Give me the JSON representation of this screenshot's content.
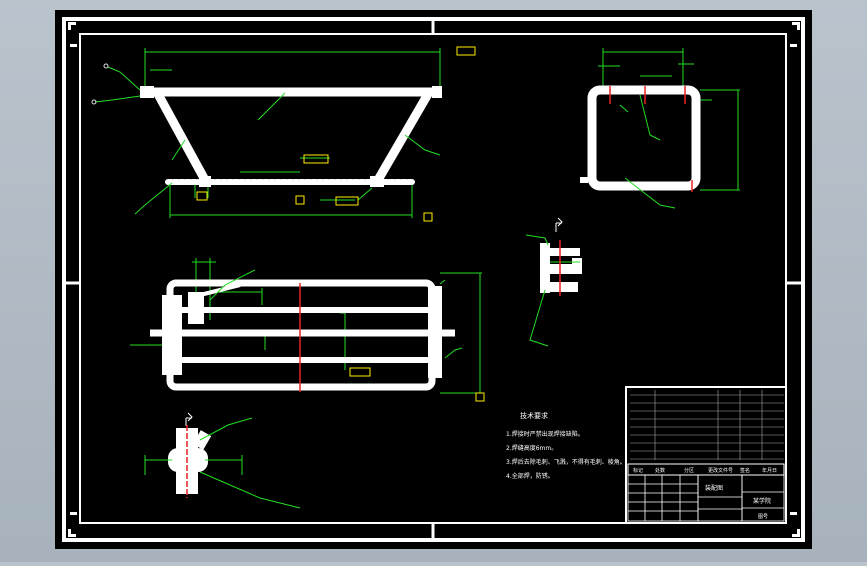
{
  "colors": {
    "viewport_bg": "#a9b4be",
    "drawing_bg": "#000000",
    "part": "#ffffff",
    "dimension": "#22dd22",
    "leader": "#22dd22",
    "centerline": "#ee2222",
    "label_box": "#ffee00"
  },
  "notes": {
    "title": "技术要求",
    "items": [
      "1.焊接时严禁出现焊接缺陷。",
      "2.焊缝高度6mm。",
      "3.焊后去除毛刺、飞溅，不得有毛刺、棱角。",
      "4.全部焊，防锈。"
    ]
  },
  "title_block": {
    "header_cells": [
      "标记",
      "处数",
      "分区",
      "更改文件号",
      "签名",
      "年月日"
    ],
    "part_name": "装配图",
    "school": "某学院",
    "sheet": "图号"
  },
  "icons": {
    "section_marker": "section-arrow-icon",
    "balloon": "part-balloon-icon"
  }
}
